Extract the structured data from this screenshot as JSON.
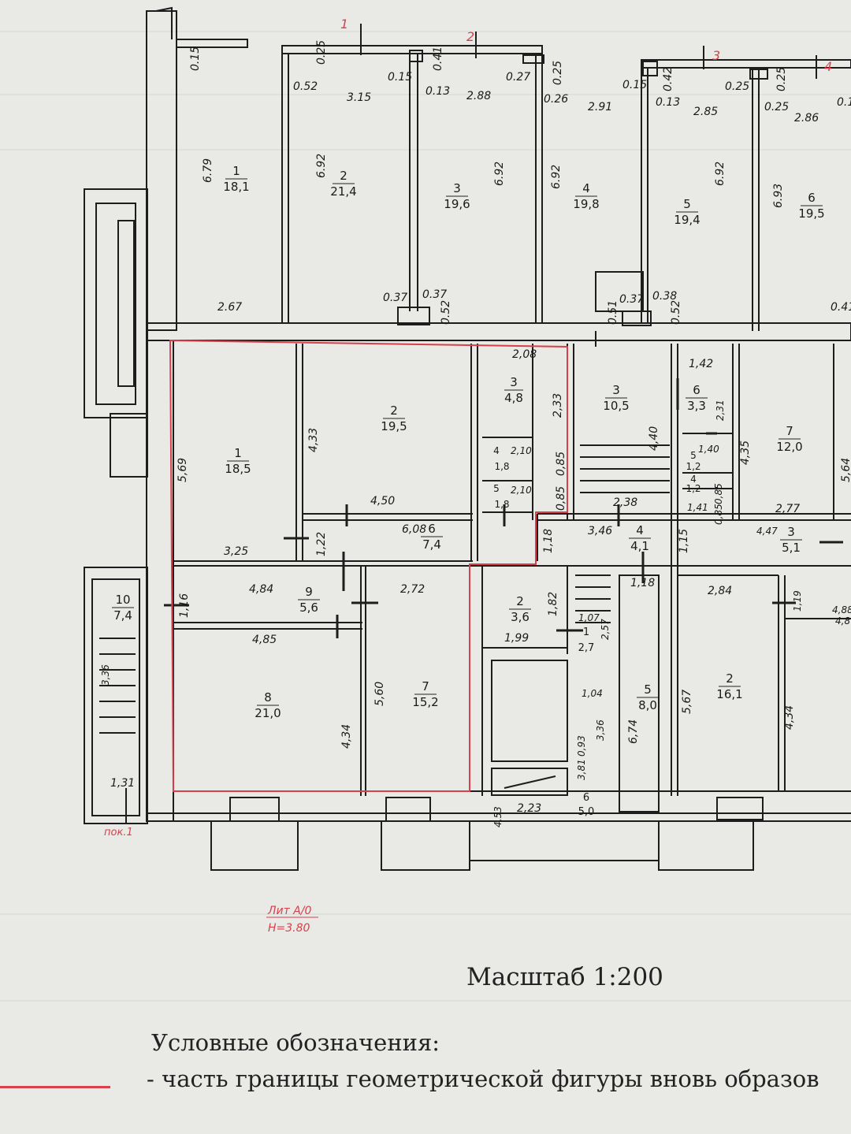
{
  "title": "Масштаб 1:200",
  "legend": {
    "heading": "Условные обозначения:",
    "item": "- часть границы геометрической фигуры вновь образов",
    "line_color": "#d7414b"
  },
  "colors": {
    "wall": "#1d1d1d",
    "highlight": "#d7414b",
    "paper": "#e9e9e6"
  },
  "axis_marks": [
    "1",
    "2",
    "3",
    "4"
  ],
  "red_notes": {
    "stair": "пок.1",
    "lit": "Лит А/0",
    "height": "Н=3.80"
  },
  "rooms": [
    {
      "num": "1",
      "area": "18,1"
    },
    {
      "num": "2",
      "area": "21,4"
    },
    {
      "num": "3",
      "area": "19,6"
    },
    {
      "num": "4",
      "area": "19,8"
    },
    {
      "num": "5",
      "area": "19,4"
    },
    {
      "num": "6",
      "area": "19,5"
    },
    {
      "num": "1",
      "area": "18,5"
    },
    {
      "num": "2",
      "area": "19,5"
    },
    {
      "num": "3",
      "area": "4,8"
    },
    {
      "num": "4",
      "area": "1,8"
    },
    {
      "num": "5",
      "area": "1,8"
    },
    {
      "num": "6",
      "area": "7,4"
    },
    {
      "num": "9",
      "area": "5,6"
    },
    {
      "num": "8",
      "area": "21,0"
    },
    {
      "num": "7",
      "area": "15,2"
    },
    {
      "num": "10",
      "area": "7,4"
    },
    {
      "num": "3",
      "area": "10,5"
    },
    {
      "num": "6",
      "area": "3,3"
    },
    {
      "num": "7",
      "area": "12,0"
    },
    {
      "num": "4",
      "area": "4,1"
    },
    {
      "num": "3",
      "area": "5,1"
    },
    {
      "num": "2",
      "area": "3,6"
    },
    {
      "num": "1",
      "area": "2,7"
    },
    {
      "num": "5",
      "area": "8,0"
    },
    {
      "num": "2",
      "area": "16,1"
    },
    {
      "num": "6",
      "area": "5,0"
    },
    {
      "num": "5",
      "area": "1,2"
    },
    {
      "num": "4",
      "area": "1,2"
    }
  ],
  "dims": [
    "0.15",
    "0.25",
    "0.52",
    "3.15",
    "0.15",
    "0.41",
    "0.13",
    "2.88",
    "0.27",
    "0.25",
    "0.26",
    "2.91",
    "0.15",
    "0.42",
    "0.13",
    "2.85",
    "0.25",
    "0.25",
    "0.25",
    "2.86",
    "0.1",
    "6.79",
    "6.92",
    "6.92",
    "6.92",
    "6.92",
    "6.93",
    "2.67",
    "0.37",
    "0.37",
    "0.52",
    "0.51",
    "0.37",
    "0.38",
    "0.52",
    "0.41",
    "2,08",
    "2,33",
    "4,33",
    "5,69",
    "4,50",
    "2,10",
    "0,85",
    "2,10",
    "0,85",
    "6,08",
    "1,22",
    "3,25",
    "1,18",
    "4,84",
    "1,16",
    "2,72",
    "4,85",
    "5,60",
    "4,34",
    "1,82",
    "1,99",
    "1,07",
    "2,57",
    "1,04",
    "0,93",
    "3,36",
    "3,81",
    "1,31",
    "2,23",
    "4,53",
    "1,42",
    "2,31",
    "4,40",
    "4,35",
    "1,40",
    "0,85",
    "2,38",
    "3,46",
    "1,41",
    "0,85",
    "2,77",
    "4,47",
    "5,64",
    "1,15",
    "1,18",
    "2,84",
    "1,19",
    "4,88",
    "4,8",
    "5,67",
    "6,74",
    "4,34",
    "3,36"
  ]
}
